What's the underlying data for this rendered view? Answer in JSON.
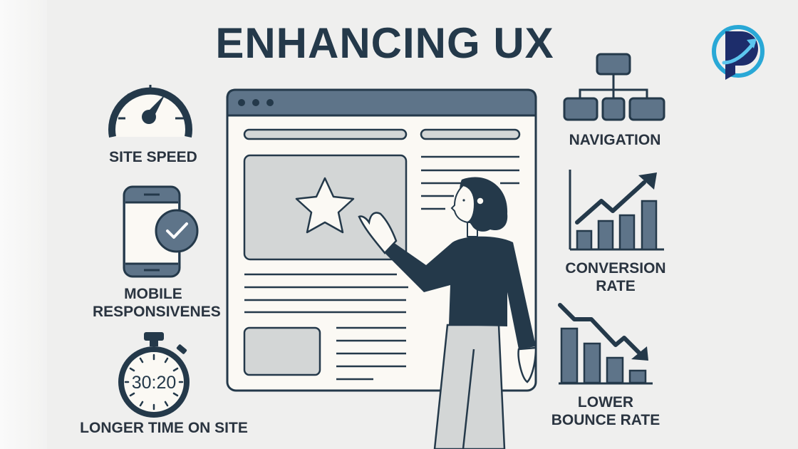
{
  "title": "ENHANCING UX",
  "colors": {
    "background": "#efefee",
    "ink": "#24394a",
    "slate": "#5e7489",
    "panel": "#fbf9f4",
    "placeholder": "#d3d6d6",
    "logo_ring": "#29a8d6",
    "logo_letter": "#1d2d6b"
  },
  "logo": {
    "icon": "brand-p-arrow-logo"
  },
  "left_features": [
    {
      "id": "site-speed",
      "icon": "speedometer-icon",
      "label": "SITE SPEED"
    },
    {
      "id": "mobile",
      "icon": "smartphone-check-icon",
      "label_lines": [
        "MOBILE",
        "RESPONSIVENES"
      ]
    },
    {
      "id": "time-on-site",
      "icon": "stopwatch-icon",
      "timer_text": "30:20",
      "label": "LONGER TIME ON SITE"
    }
  ],
  "right_features": [
    {
      "id": "navigation",
      "icon": "sitemap-hierarchy-icon",
      "label": "NAVIGATION"
    },
    {
      "id": "conversion",
      "icon": "bar-chart-rising-icon",
      "label_lines": [
        "CONVERSION",
        "RATE"
      ]
    },
    {
      "id": "bounce",
      "icon": "bar-chart-falling-icon",
      "label_lines": [
        "LOWER",
        "BOUNCE RATE"
      ]
    }
  ],
  "center": {
    "browser_window": {
      "dots": 3,
      "featured_icon": "star-icon"
    },
    "person": "woman-pointing-at-star"
  }
}
